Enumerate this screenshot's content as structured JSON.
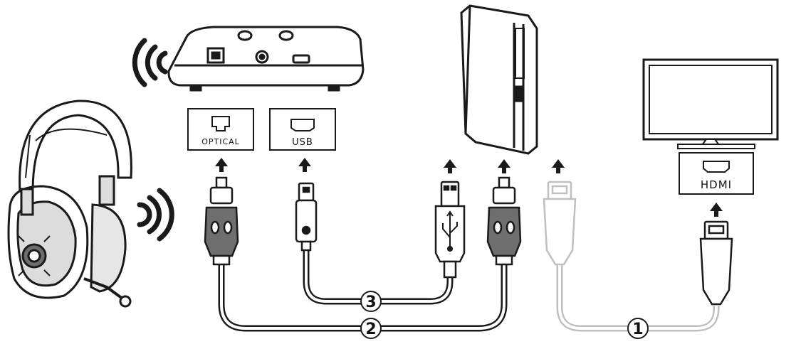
{
  "diagram": {
    "ports": {
      "optical": "OPTICAL",
      "usb": "USB",
      "hdmi": "HDMI"
    },
    "cables": [
      {
        "number": "1",
        "connects": "console-tv",
        "type": "hdmi"
      },
      {
        "number": "2",
        "connects": "base-console",
        "type": "optical"
      },
      {
        "number": "3",
        "connects": "base-console",
        "type": "usb"
      }
    ],
    "icons": {
      "wifi_base": "wireless-signal-icon",
      "wifi_headset": "wireless-signal-icon",
      "usb_symbol": "usb-trident-icon",
      "arrow": "arrow-up-icon"
    },
    "colors": {
      "line": "#1a1a1a",
      "plug_dark": "#6e6e6e",
      "hdmi_cable": "#bfbfbf",
      "background": "#ffffff"
    }
  }
}
